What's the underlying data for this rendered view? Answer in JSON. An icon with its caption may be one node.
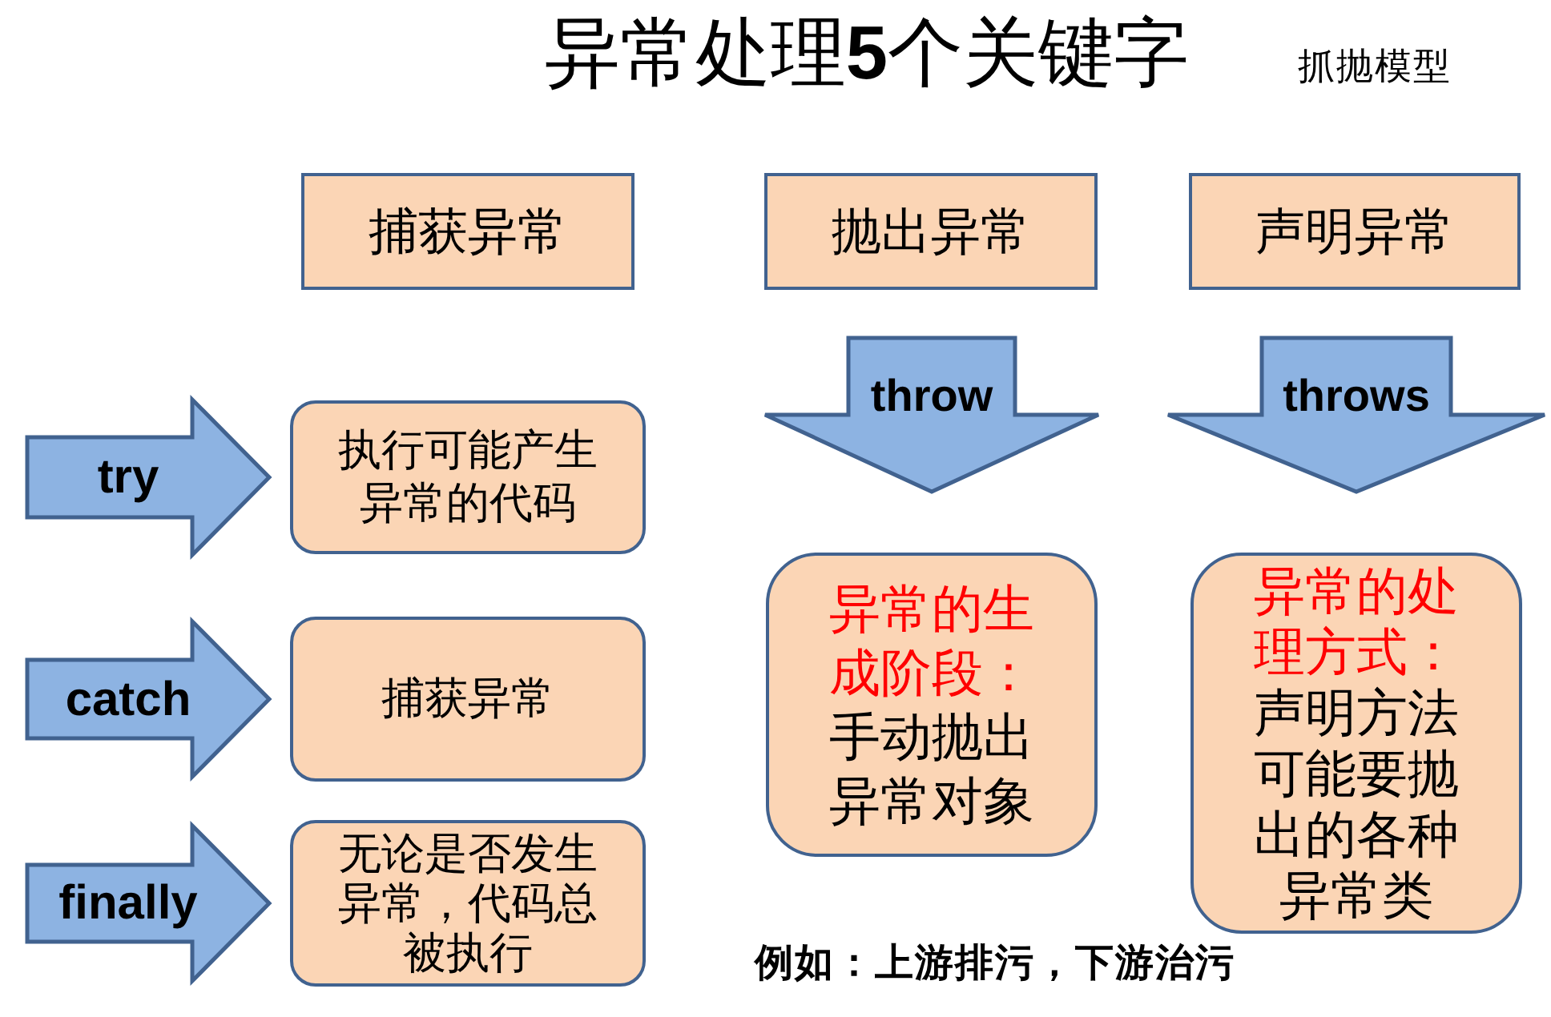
{
  "diagram": {
    "title": "异常处理**5**个关键字",
    "nodes": [
      {
        "text": [
          "捕获异常"
        ]
      },
      {
        "text": [
          "抛出异常"
        ]
      },
      {
        "text": [
          "声明异常"
        ]
      },
      {
        "text": [
          "执行可能产生异常的代码"
        ]
      },
      {
        "text": [
          "异常的生成阶段：",
          "手动抛出异常对象"
        ]
      },
      {
        "text": [
          "异常的处理方式：",
          "声明方法可能要抛出的各种异常类"
        ]
      },
      {
        "text": [
          "捕获异常"
        ]
      },
      {
        "text": [
          "无论是否发生异常，代码总被执行"
        ]
      }
    ],
    "edges": [
      {
        "from": 1,
        "to": 4,
        "arrow": "to",
        "label": "throw"
      },
      {
        "from": 2,
        "to": 5,
        "arrow": "to",
        "label": "throws"
      },
      {
        "from": null,
        "to": 3,
        "arrow": "to",
        "label": "try"
      },
      {
        "from": null,
        "to": 6,
        "arrow": "to",
        "label": "catch"
      },
      {
        "from": null,
        "to": 7,
        "arrow": "to",
        "label": "finally"
      }
    ],
    "labels": [
      "抓抛模型",
      "例如：上游排污，下游治污"
    ]
  }
}
